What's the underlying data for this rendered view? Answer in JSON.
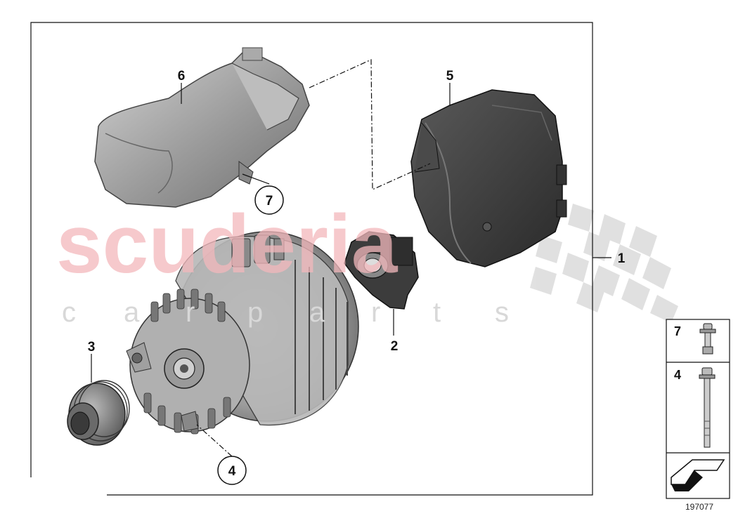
{
  "watermark": {
    "brand": "scuderia",
    "subtitle_letters": [
      "c",
      "a",
      "r",
      "p",
      "a",
      "r",
      "t",
      "s"
    ]
  },
  "callouts": {
    "frame": "1",
    "regulator": "2",
    "pulley": "3",
    "alternator_bolt": "4",
    "cover": "5",
    "air_duct": "6",
    "duct_bolt": "7"
  },
  "legend": {
    "items": [
      {
        "number": "7",
        "icon": "short-bolt-icon"
      },
      {
        "number": "4",
        "icon": "long-bolt-icon"
      }
    ],
    "arrow_icon": "direction-arrow-icon"
  },
  "document_number": "197077",
  "colors": {
    "part_light": "#b4b4b4",
    "part_dark": "#3a3a3a",
    "watermark_red": "#f3b8bc",
    "watermark_grey": "#d8d8d8"
  }
}
